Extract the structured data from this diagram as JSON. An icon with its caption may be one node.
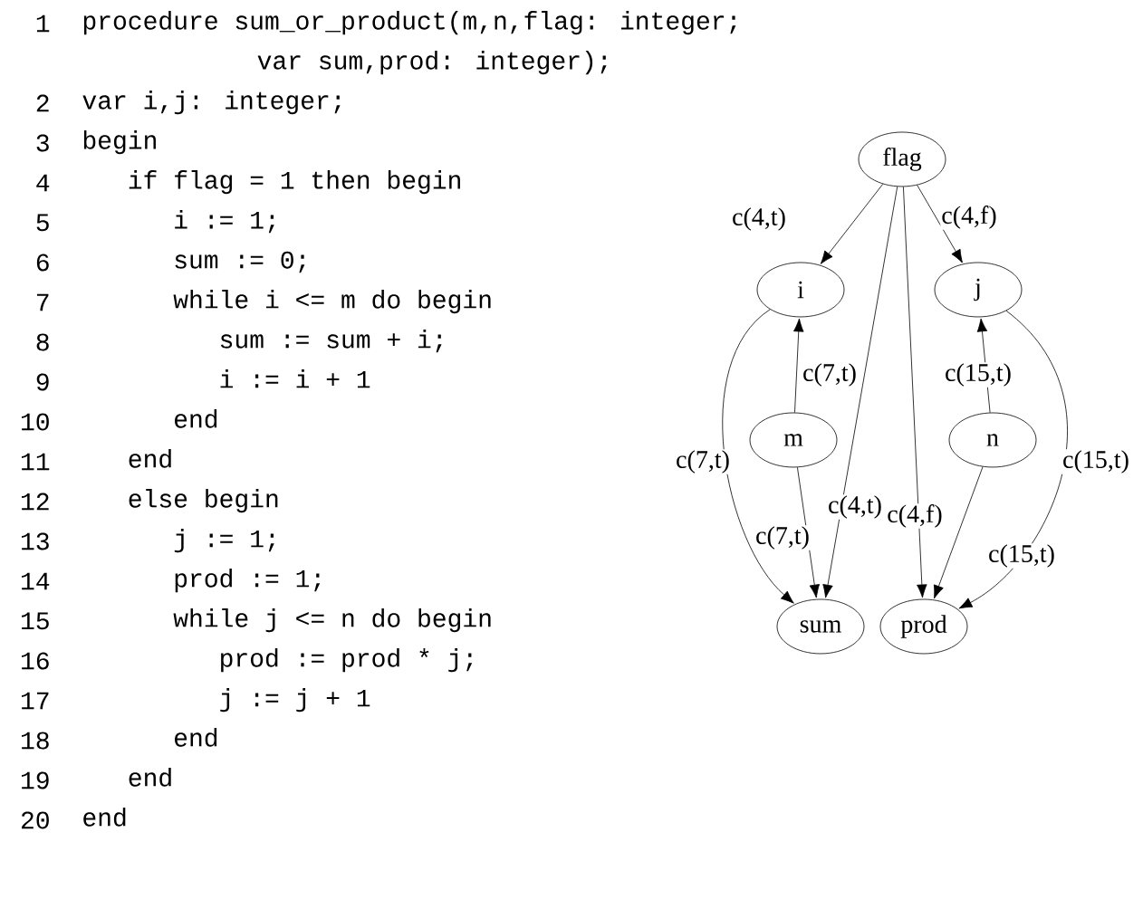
{
  "diagram": {
    "nodes": [
      {
        "text": [
          "flag"
        ]
      },
      {
        "text": [
          "i"
        ]
      },
      {
        "text": [
          "j"
        ]
      },
      {
        "text": [
          "m"
        ]
      },
      {
        "text": [
          "n"
        ]
      },
      {
        "text": [
          "sum"
        ]
      },
      {
        "text": [
          "prod"
        ]
      }
    ],
    "edges": [
      {
        "from": 0,
        "to": 1,
        "arrow": "to",
        "label": "c(4,t)"
      },
      {
        "from": 0,
        "to": 2,
        "arrow": "to",
        "label": "c(4,f)"
      },
      {
        "from": 3,
        "to": 1,
        "arrow": "to",
        "label": "c(7,t)"
      },
      {
        "from": 4,
        "to": 2,
        "arrow": "to",
        "label": "c(15,t)"
      },
      {
        "from": 1,
        "to": 5,
        "arrow": "to",
        "label": "c(7,t)"
      },
      {
        "from": 3,
        "to": 5,
        "arrow": "to",
        "label": "c(7,t)"
      },
      {
        "from": 0,
        "to": 5,
        "arrow": "to",
        "label": "c(4,t)"
      },
      {
        "from": 0,
        "to": 6,
        "arrow": "to",
        "label": "c(4,f)"
      },
      {
        "from": 4,
        "to": 6,
        "arrow": "to",
        "label": "c(15,t)"
      },
      {
        "from": 2,
        "to": 6,
        "arrow": "to",
        "label": "c(15,t)"
      }
    ],
    "labels": [
      "1",
      "procedure sum_or_product(m,n,flag: integer;",
      "var sum,prod: integer);",
      "2",
      "var i,j: integer;",
      "3",
      "begin",
      "4",
      "if flag = 1 then begin",
      "5",
      "i := 1;",
      "6",
      "sum := 0;",
      "7",
      "while i <= m do begin",
      "8",
      "sum := sum + i;",
      "9",
      "i := i + 1",
      "10",
      "end",
      "11",
      "end",
      "12",
      "else begin",
      "13",
      "j := 1;",
      "14",
      "prod := 1;",
      "15",
      "while j <= n do begin",
      "16",
      "prod := prod * j;",
      "17",
      "j := j + 1",
      "18",
      "end",
      "19",
      "end",
      "20",
      "end"
    ]
  }
}
